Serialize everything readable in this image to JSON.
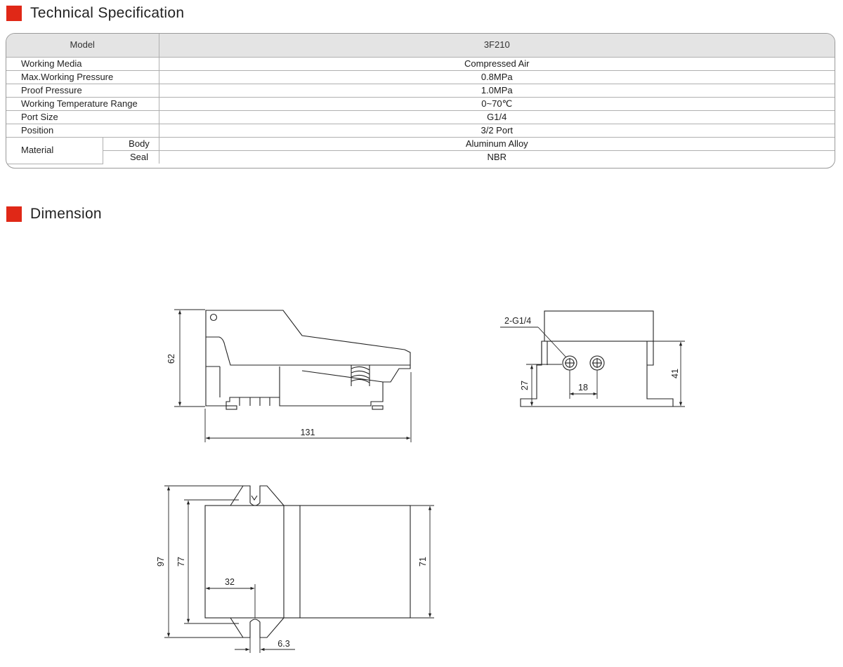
{
  "sections": {
    "spec_title": "Technical Specification",
    "dimension_title": "Dimension"
  },
  "spec_table": {
    "header": {
      "label": "Model",
      "value": "3F210"
    },
    "rows": [
      {
        "label": "Working Media",
        "value": "Compressed Air"
      },
      {
        "label": "Max.Working Pressure",
        "value": "0.8MPa"
      },
      {
        "label": "Proof Pressure",
        "value": "1.0MPa"
      },
      {
        "label": "Working Temperature Range",
        "value": "0~70℃"
      },
      {
        "label": "Port Size",
        "value": "G1/4"
      },
      {
        "label": "Position",
        "value": "3/2 Port"
      }
    ],
    "material": {
      "label": "Material",
      "body_label": "Body",
      "body_value": "Aluminum Alloy",
      "seal_label": "Seal",
      "seal_value": "NBR"
    }
  },
  "dimensions": {
    "side_height": "62",
    "side_length": "131",
    "port_label": "2-G1/4",
    "port_height": "27",
    "port_spacing": "18",
    "front_height": "41",
    "top_width": "97",
    "top_inner": "77",
    "top_body": "71",
    "top_offset": "32",
    "slot_width": "6.3"
  },
  "colors": {
    "accent": "#e02817",
    "header_bg": "#e4e4e4",
    "line": "#222222"
  }
}
